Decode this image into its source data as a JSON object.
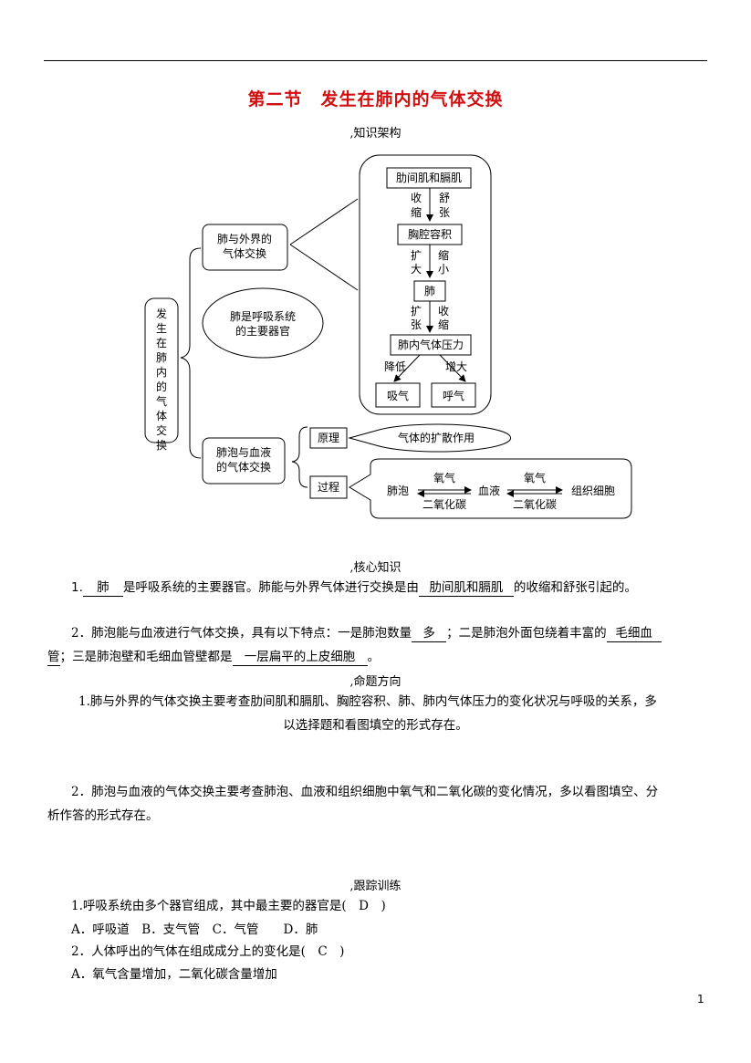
{
  "title": "第二节　发生在肺内的气体交换",
  "sections": {
    "s1": ",知识架构",
    "s2": ",核心知识",
    "s3": ",命题方向",
    "s4": ",跟踪训练"
  },
  "diagram": {
    "root": [
      "发",
      "生",
      "在",
      "肺",
      "内",
      "的",
      "气",
      "体",
      "交",
      "换"
    ],
    "branch1": [
      "肺与外界的",
      "气体交换"
    ],
    "oval1": [
      "肺是呼吸系统",
      "的主要器官"
    ],
    "muscle": "肋间肌和膈肌",
    "contract": [
      "收",
      "缩"
    ],
    "relax": [
      "舒",
      "张"
    ],
    "chest": "胸腔容积",
    "expand": [
      "扩",
      "大"
    ],
    "shrink": [
      "缩",
      "小"
    ],
    "lung": "肺",
    "expand2": [
      "扩",
      "张"
    ],
    "contract2": [
      "收",
      "缩"
    ],
    "pressure": "肺内气体压力",
    "decrease": "降低",
    "increase": "增大",
    "inhale": "吸气",
    "exhale": "呼气",
    "branch2": [
      "肺泡与血液",
      "的气体交换"
    ],
    "principle": "原理",
    "diffusion": "气体的扩散作用",
    "process": "过程",
    "alveolus": "肺泡",
    "blood": "血液",
    "tissue": "组织细胞",
    "oxygen1": "氧气",
    "co2_1": "二氧化碳",
    "oxygen2": "氧气",
    "co2_2": "二氧化碳"
  },
  "core": {
    "q1": {
      "num": "1.",
      "blank1": "肺",
      "t1": "是呼吸系统的主要器官。肺能与外界气体进行交换是由",
      "blank2": "肋间肌和膈肌",
      "t2": "的收缩和舒张引起的。"
    },
    "q2": {
      "t1": "2．肺泡能与血液进行气体交换，具有以下特点：一是肺泡数量",
      "blank1": "多",
      "t2": "；二是肺泡外面包绕着丰富的",
      "blank2a": "毛细血",
      "blank2b": "管",
      "t3": "；三是肺泡壁和毛细血管壁都是",
      "blank3": "一层扁平的上皮细胞",
      "t4": "。"
    }
  },
  "direction": {
    "d1a": "1.肺与外界的气体交换主要考查肋间肌和膈肌、胸腔容积、肺、肺内气体压力的变化状况与呼吸的关系，多",
    "d1b": "以选择题和看图填空的形式存在。",
    "d2a": "2．肺泡与血液的气体交换主要考查肺泡、血液和组织细胞中氧气和二氧化碳的变化情况，多以看图填空、分",
    "d2b": "析作答的形式存在。"
  },
  "training": {
    "q1": "1.呼吸系统由多个器官组成，其中最主要的器官是(　D　)",
    "q1_opts": "A．呼吸道　B．支气管　C．气管　　D．肺",
    "q2": "2．人体呼出的气体在组成成分上的变化是(　C　)",
    "q2_optA": "A．氧气含量增加，二氧化碳含量增加"
  },
  "page_number": "1"
}
